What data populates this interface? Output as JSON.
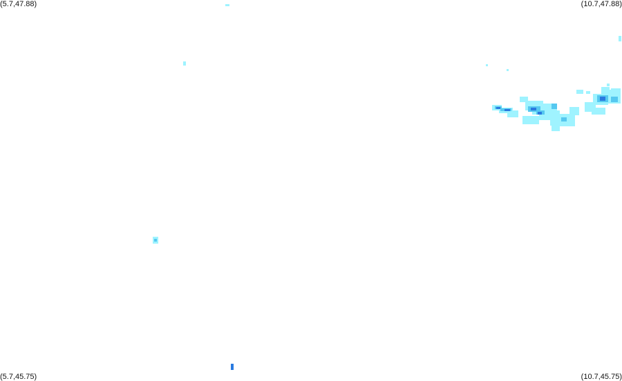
{
  "corners": {
    "top_left": "(5.7,47.88)",
    "top_right": "(10.7,47.88)",
    "bottom_left": "(5.7,45.75)",
    "bottom_right": "(10.7,45.75)"
  },
  "colors": {
    "background": "#ffffff",
    "light_precip": "#9ff3ff",
    "medium_precip": "#56c8f0",
    "heavy_precip": "#2a7ae0"
  }
}
